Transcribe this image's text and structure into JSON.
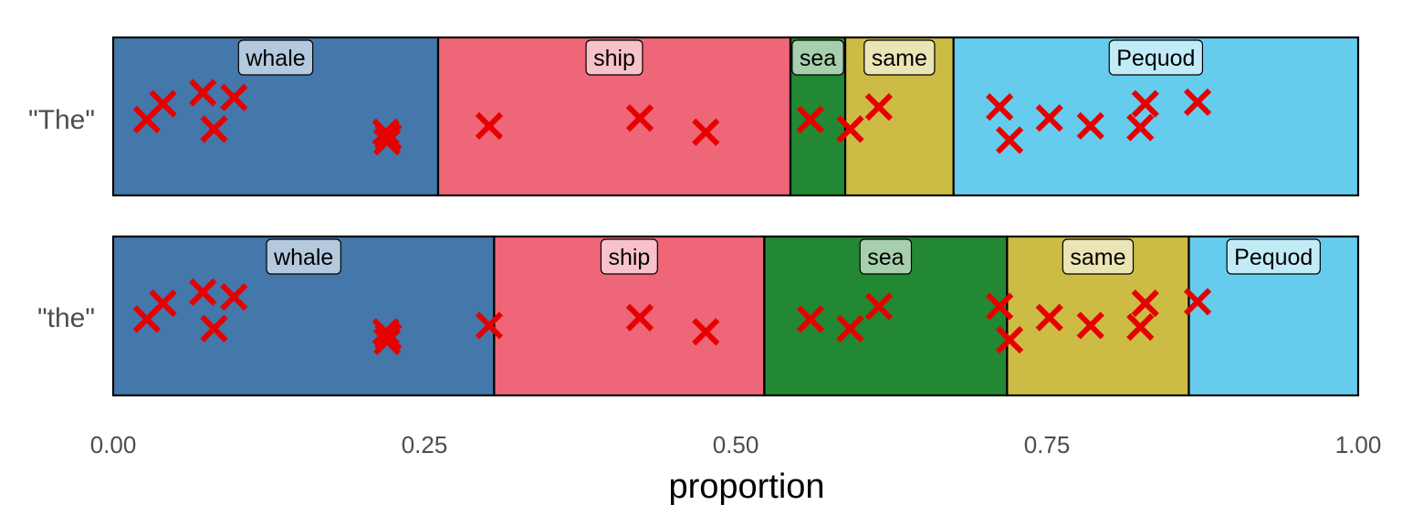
{
  "chart_data": {
    "type": "bar",
    "orientation": "horizontal-stacked",
    "title": "",
    "xlabel": "proportion",
    "ylabel": "",
    "xlim": [
      0,
      1
    ],
    "x_ticks": [
      "0.00",
      "0.25",
      "0.50",
      "0.75",
      "1.00"
    ],
    "grid": false,
    "legend": "none",
    "categories": [
      "\"The\"",
      "\"the\""
    ],
    "segments": [
      {
        "name": "whale",
        "color": "#4477AA",
        "values": [
          0.261,
          0.306
        ]
      },
      {
        "name": "ship",
        "color": "#EE6677",
        "values": [
          0.283,
          0.217
        ]
      },
      {
        "name": "sea",
        "color": "#228833",
        "values": [
          0.044,
          0.195
        ]
      },
      {
        "name": "same",
        "color": "#CCBB44",
        "values": [
          0.087,
          0.146
        ]
      },
      {
        "name": "Pequod",
        "color": "#66CCEE",
        "values": [
          0.325,
          0.136
        ]
      }
    ],
    "points": {
      "marker": "x",
      "color": "#E60000",
      "x": [
        0.027,
        0.04,
        0.072,
        0.081,
        0.097,
        0.219,
        0.22,
        0.221,
        0.302,
        0.423,
        0.476,
        0.56,
        0.592,
        0.615,
        0.712,
        0.72,
        0.752,
        0.785,
        0.825,
        0.829,
        0.871
      ],
      "y_jitter": [
        0.52,
        0.42,
        0.35,
        0.58,
        0.38,
        0.6,
        0.66,
        0.63,
        0.56,
        0.51,
        0.6,
        0.52,
        0.58,
        0.44,
        0.44,
        0.65,
        0.51,
        0.56,
        0.57,
        0.42,
        0.41
      ]
    }
  }
}
